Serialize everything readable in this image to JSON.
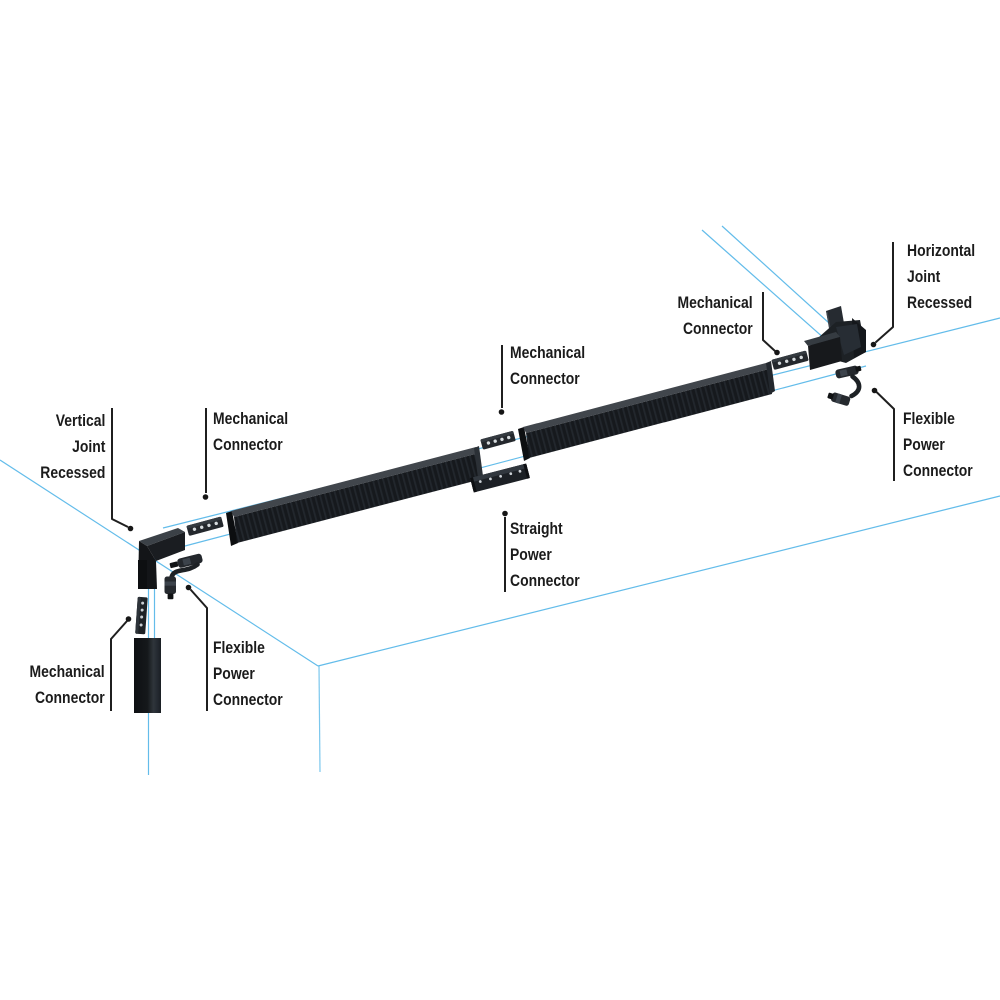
{
  "diagram": {
    "kind": "exploded installation diagram of recessed track lighting system"
  },
  "colors": {
    "background": "#ffffff",
    "guide_line": "#5bb9e9",
    "leader_line": "#1f1f1f",
    "label_text": "#1b1b1b",
    "track_body": "#17191c",
    "track_bevel": "#3f454b",
    "plate_hole": "#d5dadd"
  },
  "labels": {
    "vertical_joint_recessed": "Vertical\nJoint\nRecessed",
    "mechanical_connector_upper_left": "Mechanical\nConnector",
    "mechanical_connector_middle": "Mechanical\nConnector",
    "mechanical_connector_upper_right": "Mechanical\nConnector",
    "horizontal_joint_recessed": "Horizontal\nJoint\nRecessed",
    "flexible_power_connector_right": "Flexible\nPower\nConnector",
    "straight_power_connector": "Straight\nPower\nConnector",
    "mechanical_connector_bottom_left": "Mechanical\nConnector",
    "flexible_power_connector_bottom": "Flexible\nPower\nConnector"
  }
}
